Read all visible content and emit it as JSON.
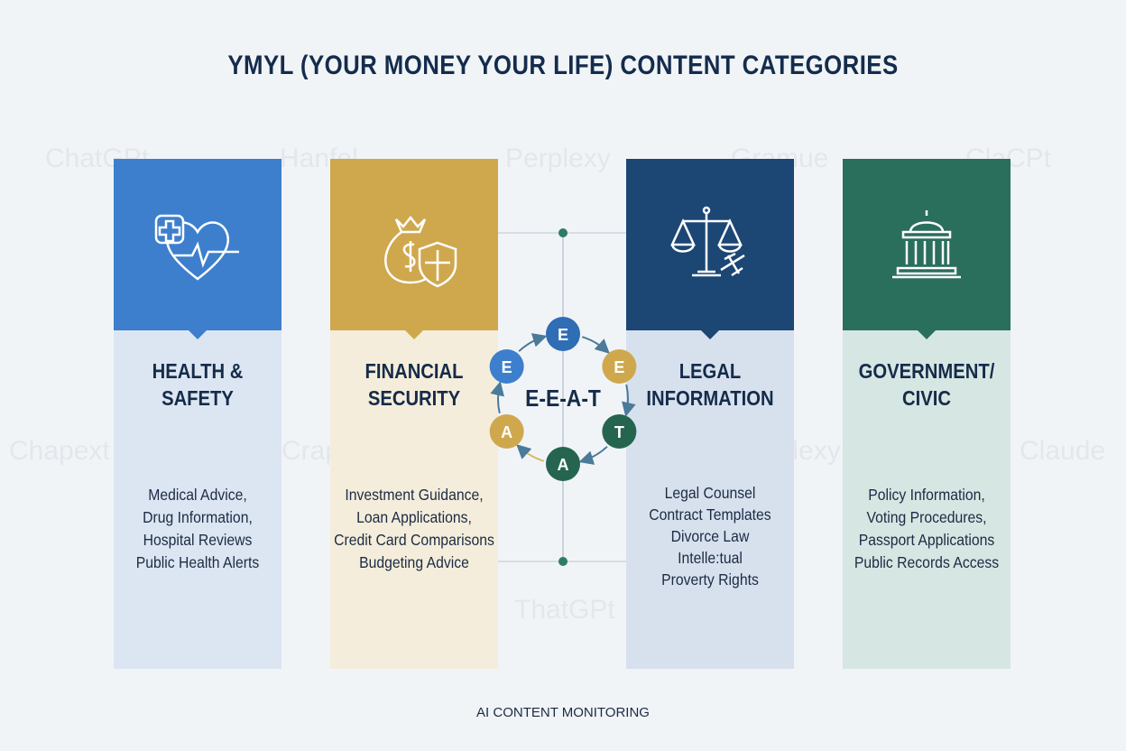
{
  "title": "YMYL (YOUR MONEY YOUR LIFE) CONTENT CATEGORIES",
  "watermarks": [
    "ChatGPt",
    "Hanfel",
    "Perplexy",
    "Gramue",
    "ClaCPt",
    "Chapext",
    "Crapide",
    "ThatGPt",
    "Perplexy",
    "Claude"
  ],
  "categories": [
    {
      "heading": [
        "HEALTH &",
        "SAFETY"
      ],
      "icon": "heart-medical-cross-icon",
      "color": "#3d7fcc",
      "panel": "#dce6f2",
      "items": [
        "Medical Advice,",
        "Drug Information,",
        "Hospital Reviews",
        "Public Health Alerts"
      ]
    },
    {
      "heading": [
        "FINANCIAL",
        "SECURITY"
      ],
      "icon": "money-bag-shield-icon",
      "color": "#cfa84e",
      "panel": "#f5eddb",
      "items": [
        "Investment Guidance,",
        "Loan Applications,",
        "Credit Card Comparisons",
        "Budgeting Advice"
      ]
    },
    {
      "heading": [
        "LEGAL",
        "INFORMATION"
      ],
      "icon": "scales-gavel-icon",
      "color": "#1c4674",
      "panel": "#d7e1ee",
      "items": [
        "Legal Counsel",
        "Contract Templates",
        "Divorce Law",
        "Intelle:tual",
        "Proverty Rights"
      ]
    },
    {
      "heading": [
        "GOVERNMENT/",
        "CIVIC"
      ],
      "icon": "government-building-icon",
      "color": "#2a6e5c",
      "panel": "#d6e6e2",
      "items": [
        "Policy Information,",
        "Voting Procedures,",
        "Passport Applications",
        "Public Records Access"
      ]
    }
  ],
  "eeat": {
    "label": "E-E-A-T",
    "nodes": [
      {
        "letter": "E",
        "color": "#2f6db5"
      },
      {
        "letter": "E",
        "color": "#cfa84e"
      },
      {
        "letter": "T",
        "color": "#25654f"
      },
      {
        "letter": "A",
        "color": "#25654f"
      },
      {
        "letter": "A",
        "color": "#cfa84e"
      },
      {
        "letter": "E",
        "color": "#3d7fcc"
      }
    ]
  },
  "footer": "AI CONTENT MONITORING"
}
